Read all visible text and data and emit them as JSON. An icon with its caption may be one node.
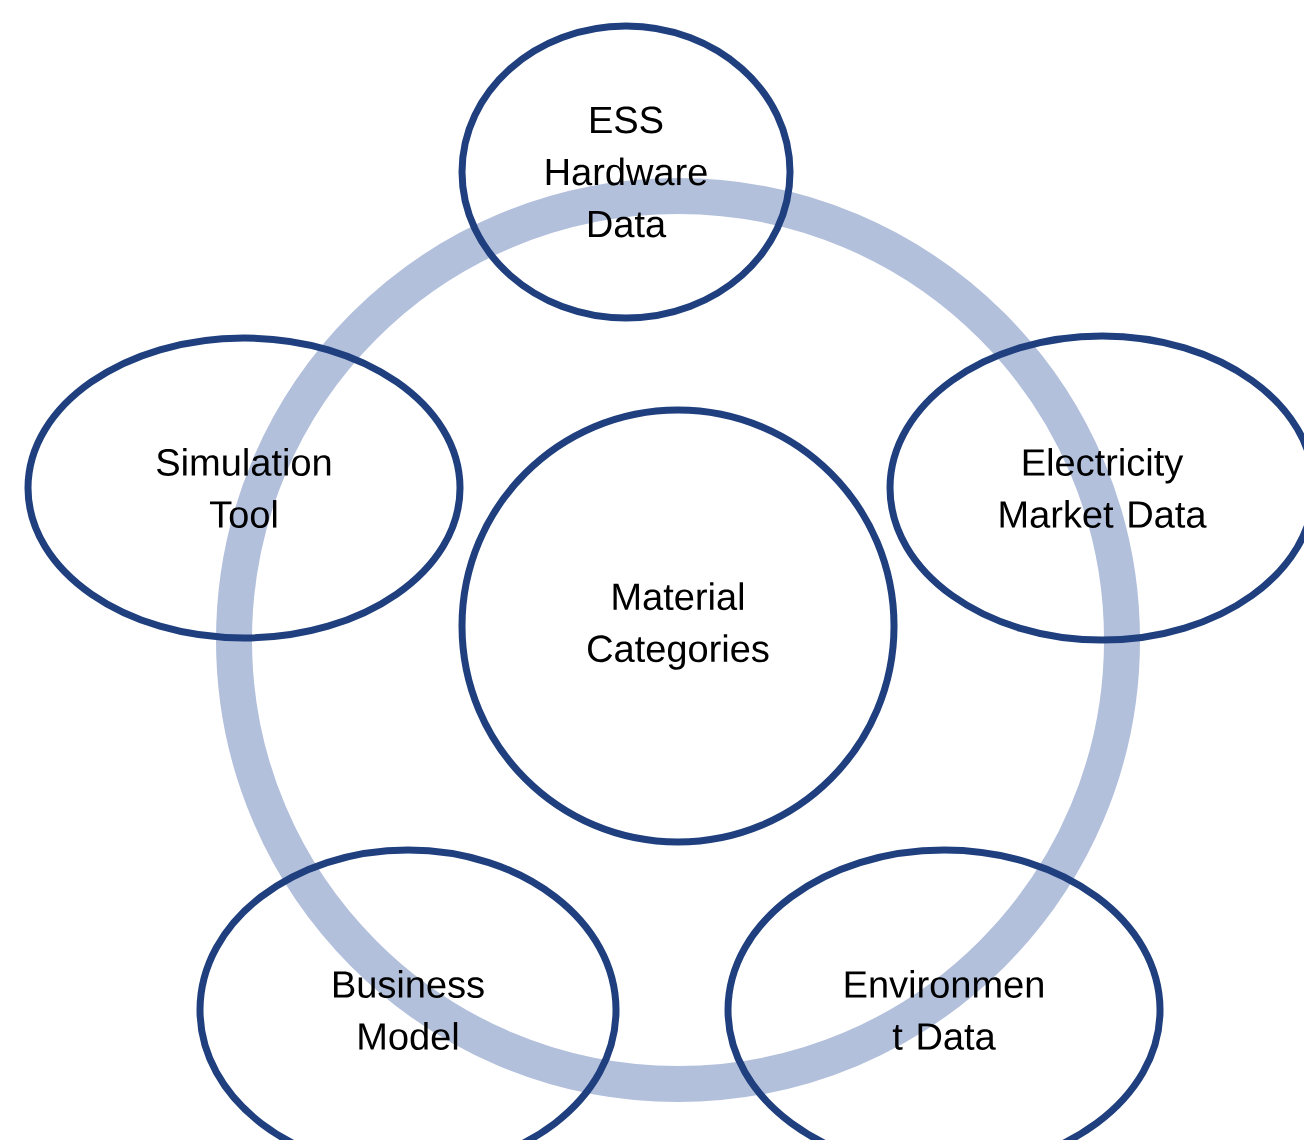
{
  "diagram": {
    "nodes": [
      {
        "text": [
          "ESS Hardware Data"
        ]
      },
      {
        "text": [
          "Simulation Tool"
        ]
      },
      {
        "text": [
          "Electricity Market Data"
        ]
      },
      {
        "text": [
          "Material Categories"
        ]
      },
      {
        "text": [
          "Business Model"
        ]
      },
      {
        "text": [
          "Environmen t Data"
        ]
      }
    ]
  }
}
